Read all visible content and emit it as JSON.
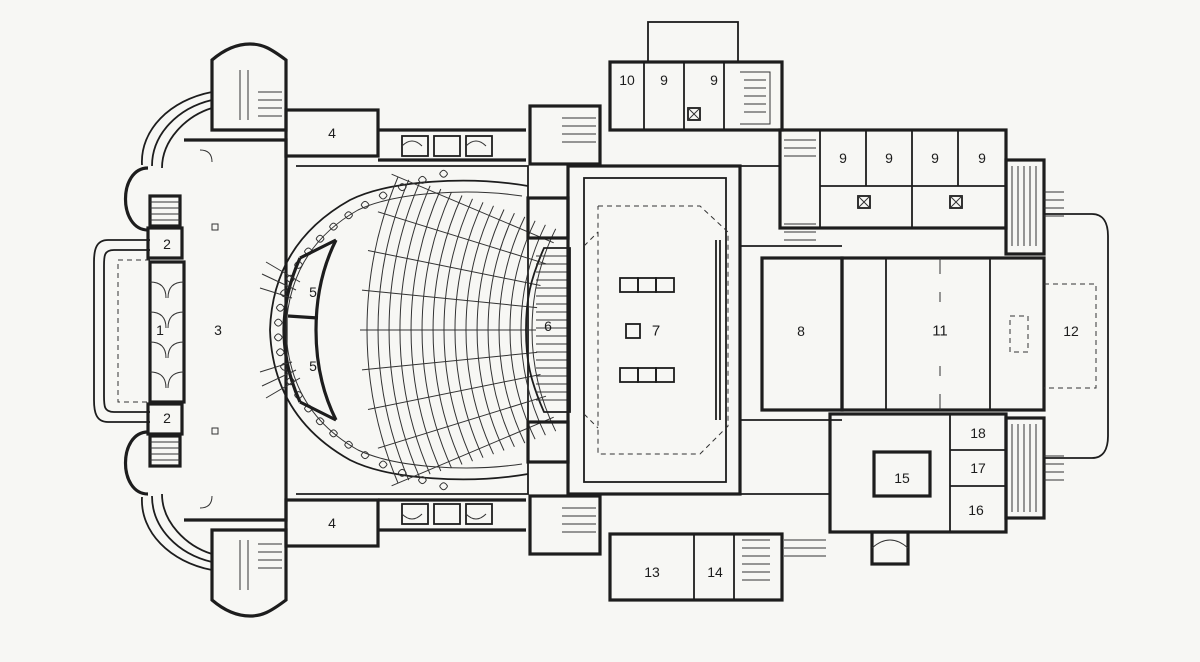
{
  "rooms": [
    {
      "id": "1",
      "label": "1"
    },
    {
      "id": "2a",
      "label": "2"
    },
    {
      "id": "2b",
      "label": "2"
    },
    {
      "id": "3",
      "label": "3"
    },
    {
      "id": "4a",
      "label": "4"
    },
    {
      "id": "4b",
      "label": "4"
    },
    {
      "id": "5a",
      "label": "5"
    },
    {
      "id": "5b",
      "label": "5"
    },
    {
      "id": "6",
      "label": "6"
    },
    {
      "id": "7",
      "label": "7"
    },
    {
      "id": "8",
      "label": "8"
    },
    {
      "id": "9a",
      "label": "9"
    },
    {
      "id": "9b",
      "label": "9"
    },
    {
      "id": "9c",
      "label": "9"
    },
    {
      "id": "9d",
      "label": "9"
    },
    {
      "id": "9e",
      "label": "9"
    },
    {
      "id": "9f",
      "label": "9"
    },
    {
      "id": "10",
      "label": "10"
    },
    {
      "id": "11",
      "label": "11"
    },
    {
      "id": "12",
      "label": "12"
    },
    {
      "id": "13",
      "label": "13"
    },
    {
      "id": "14",
      "label": "14"
    },
    {
      "id": "15",
      "label": "15"
    },
    {
      "id": "16",
      "label": "16"
    },
    {
      "id": "17",
      "label": "17"
    },
    {
      "id": "18",
      "label": "18"
    }
  ]
}
